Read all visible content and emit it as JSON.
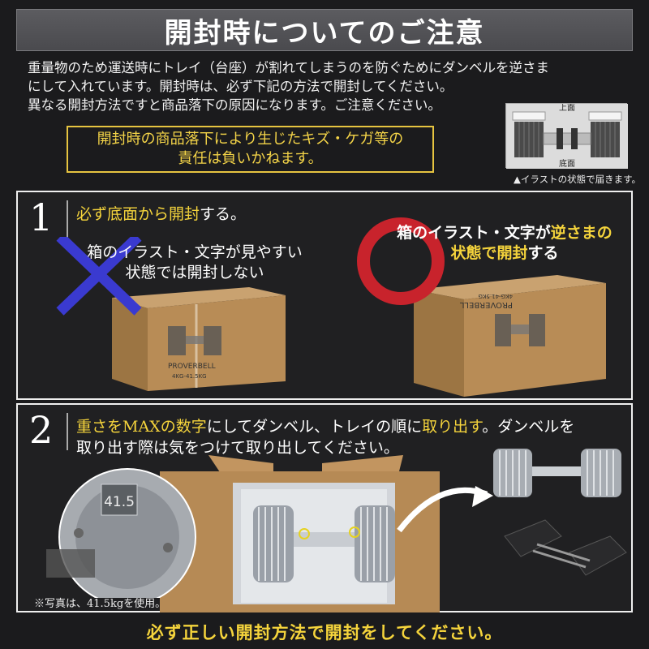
{
  "header": {
    "title": "開封時についてのご注意"
  },
  "intro": {
    "line1": "重量物のため運送時にトレイ（台座）が割れてしまうのを防ぐためにダンベルを逆さま",
    "line2": "にして入れています。開封時は、必ず下記の方法で開封してください。",
    "line3": "異なる開封方法ですと商品落下の原因になります。ご注意ください。"
  },
  "warning": {
    "line1": "開封時の商品落下により生じたキズ・ケガ等の",
    "line2": "責任は負いかねます。"
  },
  "mini_illustration": {
    "top_label": "上面",
    "bottom_label": "底面",
    "caption": "▲イラストの状態で届きます。"
  },
  "step1": {
    "number": "1",
    "text_highlight": "必ず底面から開封",
    "text_rest": "する。",
    "bad": {
      "line1": "箱のイラスト・文字が見やすい",
      "line2": "状態では開封しない",
      "mark_color": "#3a3ad0"
    },
    "good": {
      "line1_pre": "箱のイラスト・文字が",
      "line1_hl": "逆さまの",
      "line2_hl": "状態で開封",
      "line2_rest": "する",
      "mark_color": "#c8232c"
    },
    "box_brand": "PROVERBELL",
    "box_model": "4KG-41.5KG"
  },
  "step2": {
    "number": "2",
    "seg1": "重さをMAXの数字",
    "seg2": "にしてダンベル、トレイの順に",
    "seg3": "取り出す",
    "seg4": "。ダンベルを",
    "line2": "取り出す際は気をつけて取り出してください。",
    "dial_value": "41.5",
    "photo_caption": "※写真は、41.5kgを使用。"
  },
  "footer": {
    "text": "必ず正しい開封方法で開封をしてください。"
  },
  "colors": {
    "accent_yellow": "#f5d43c",
    "background": "#1b1b1d",
    "cardboard": "#b48a55"
  }
}
